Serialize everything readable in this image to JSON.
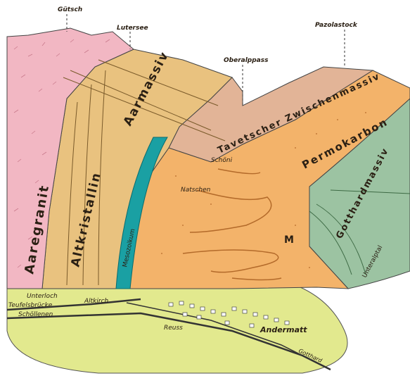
{
  "peaks": {
    "gutsch": "Gütsch",
    "lutersee": "Lutersee",
    "oberalppass": "Oberalppass",
    "pazolastock": "Pazolastock"
  },
  "units": {
    "aaregranit": "Aaregranit",
    "altkristallin": "Altkristallin",
    "aarmassiv": "Aarmassiv",
    "tavetscher": "Tavetscher Zwischenmassiv",
    "permokarbon": "Permokarbon",
    "gotthardmassiv": "Gotthardmassiv",
    "unteralptal": "Unteralptal",
    "mesozoikum": "Mesozoikum"
  },
  "labels": {
    "schoeni": "Schöni",
    "natschen": "Natschen",
    "m": "M",
    "unterloch": "Unterloch",
    "teufelsbruecke": "Teufelsbrücke",
    "schoellenen": "Schöllenen",
    "altkirch": "Altkirch",
    "reuss": "Reuss",
    "andermatt": "Andermatt",
    "gotthard": "Gotthard"
  },
  "colors": {
    "aaregranit": "#f2b7c3",
    "altkristallin": "#e9c27f",
    "tavetscher": "#e2b497",
    "permokarbon": "#f3b36a",
    "gotthardmassiv": "#9cc3a2",
    "mesozoikum": "#1aa0a3",
    "valley": "#e2e98e"
  }
}
